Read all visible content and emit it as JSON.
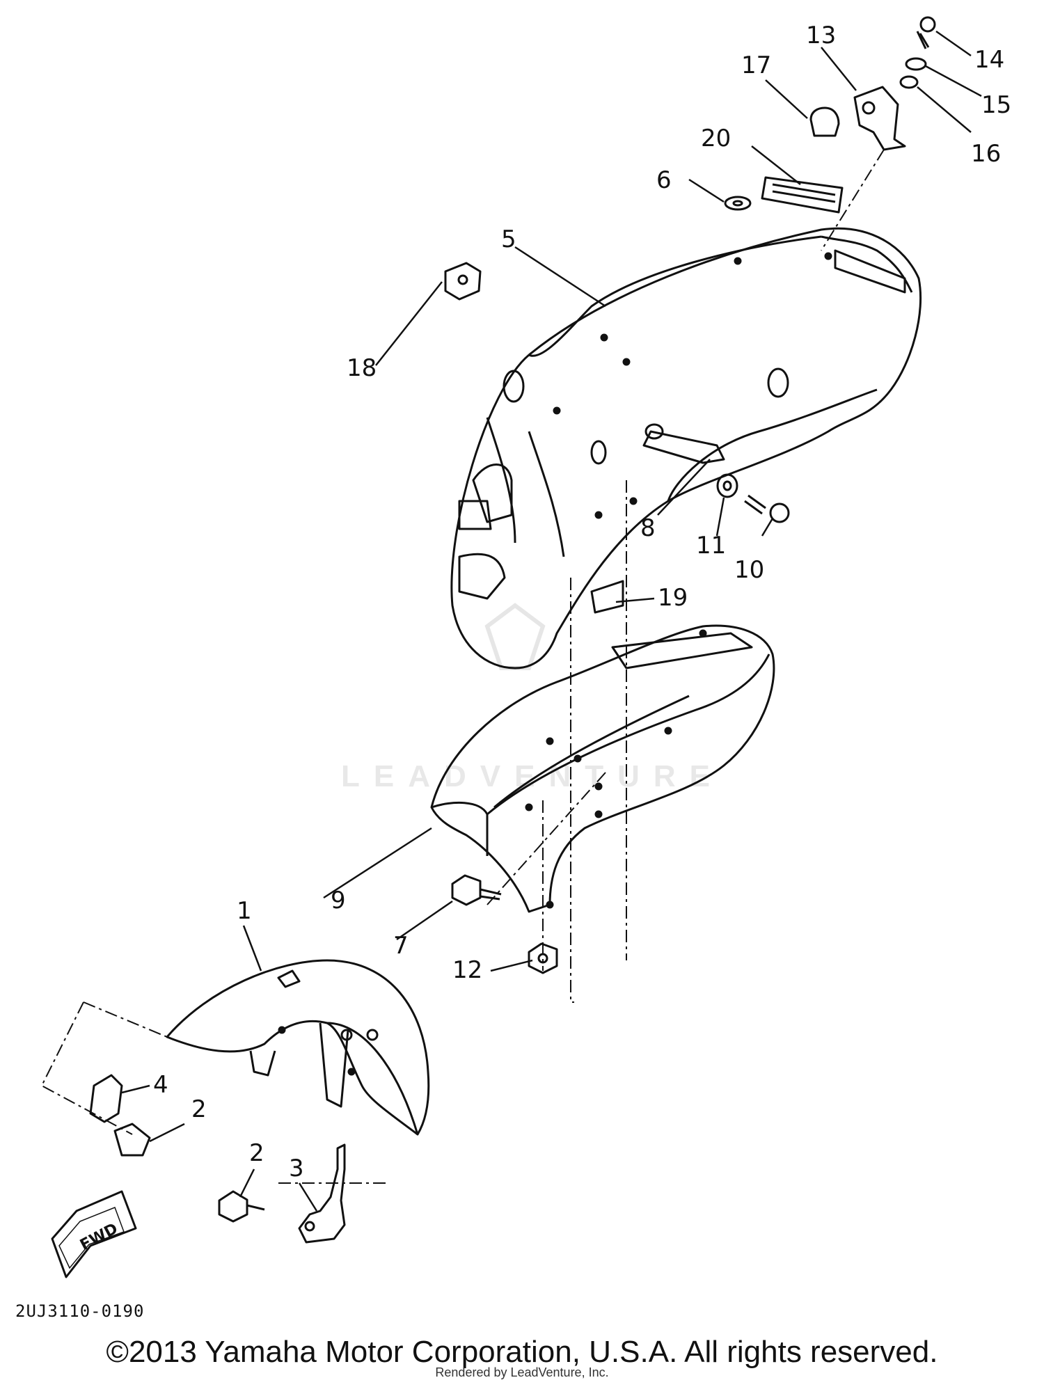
{
  "diagram": {
    "part_code": "2UJ3110-0190",
    "watermark_text": "LEADVENTURE",
    "direction_label": "FWD",
    "callouts": [
      "1",
      "2",
      "2",
      "3",
      "4",
      "5",
      "6",
      "7",
      "8",
      "9",
      "10",
      "11",
      "12",
      "13",
      "14",
      "15",
      "16",
      "17",
      "18",
      "19",
      "20"
    ]
  },
  "footer": {
    "copyright": "©2013 Yamaha Motor Corporation, U.S.A. All rights reserved.",
    "render_note": "Rendered by LeadVenture, Inc."
  }
}
